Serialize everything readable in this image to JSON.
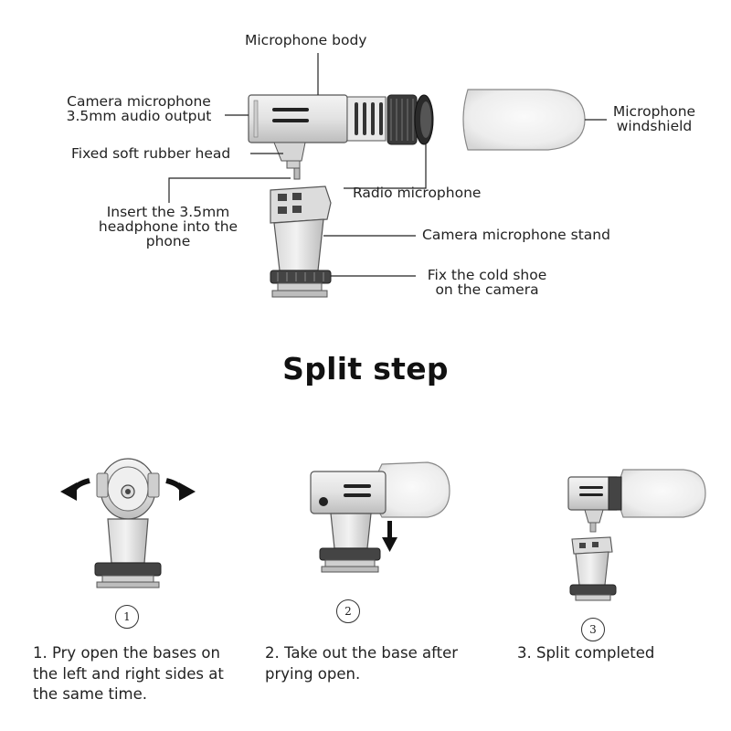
{
  "labels": {
    "microphone_body": "Microphone body",
    "camera_mic_output": [
      "Camera microphone",
      "3.5mm audio output"
    ],
    "fixed_soft_rubber_head": "Fixed soft rubber head",
    "insert_headphone": [
      "Insert the 3.5mm",
      "headphone into the",
      "phone"
    ],
    "radio_microphone": "Radio microphone",
    "microphone_windshield": [
      "Microphone",
      "windshield"
    ],
    "camera_microphone_stand": "Camera microphone stand",
    "fix_cold_shoe": [
      "Fix the cold shoe",
      "on the camera"
    ]
  },
  "section_title": "Split step",
  "steps": [
    {
      "number": "1",
      "text": "1. Pry open the bases on the left and right sides at the same time."
    },
    {
      "number": "2",
      "text": "2. Take out the base after prying open."
    },
    {
      "number": "3",
      "text": "3. Split completed"
    }
  ]
}
